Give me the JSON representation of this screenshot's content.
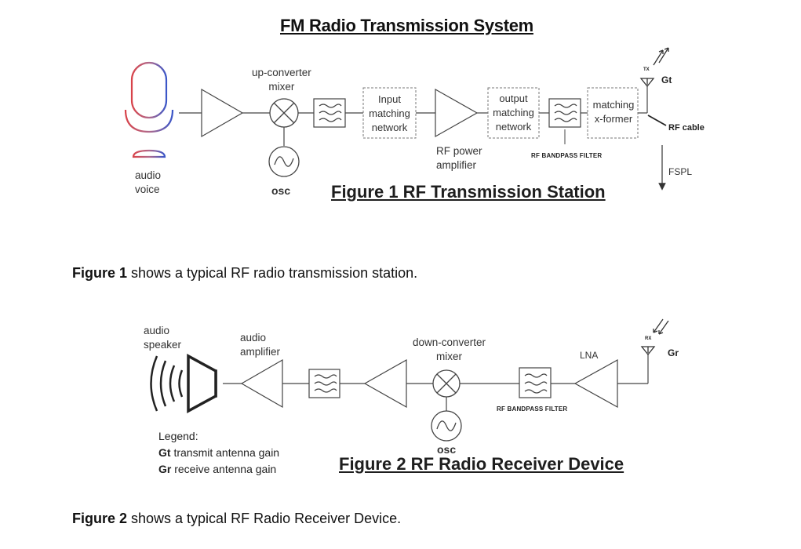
{
  "title": "FM Radio Transmission System",
  "figure1": {
    "title": "Figure 1 RF Transmission Station",
    "audio_voice": [
      "audio",
      "voice"
    ],
    "upconverter": [
      "up-converter",
      "mixer"
    ],
    "osc": "osc",
    "input_matching": [
      "Input",
      "matching",
      "network"
    ],
    "rf_power_amp": [
      "RF power",
      "amplifier"
    ],
    "output_matching": [
      "output",
      "matching",
      "network"
    ],
    "rf_bandpass": "RF BANDPASS FILTER",
    "matching_xformer": [
      "matching",
      "x-former"
    ],
    "tx": "TX",
    "gt": "Gt",
    "rf_cable": "RF cable",
    "fspl": "FSPL"
  },
  "caption1": {
    "bold": "Figure 1",
    "text": " shows a typical RF radio transmission station."
  },
  "figure2": {
    "title": "Figure 2 RF Radio Receiver Device",
    "audio_speaker": [
      "audio",
      "speaker"
    ],
    "audio_amplifier": [
      "audio",
      "amplifier"
    ],
    "downconverter": [
      "down-converter",
      "mixer"
    ],
    "osc": "osc",
    "lna": "LNA",
    "rf_bandpass": "RF BANDPASS FILTER",
    "rx": "RX",
    "gr": "Gr",
    "legend": {
      "heading": "Legend:",
      "items": [
        {
          "symbol": "Gt",
          "text": " transmit antenna gain"
        },
        {
          "symbol": "Gr",
          "text": " receive antenna gain"
        }
      ]
    }
  },
  "caption2": {
    "bold": "Figure 2",
    "text": " shows a typical RF Radio Receiver Device."
  }
}
